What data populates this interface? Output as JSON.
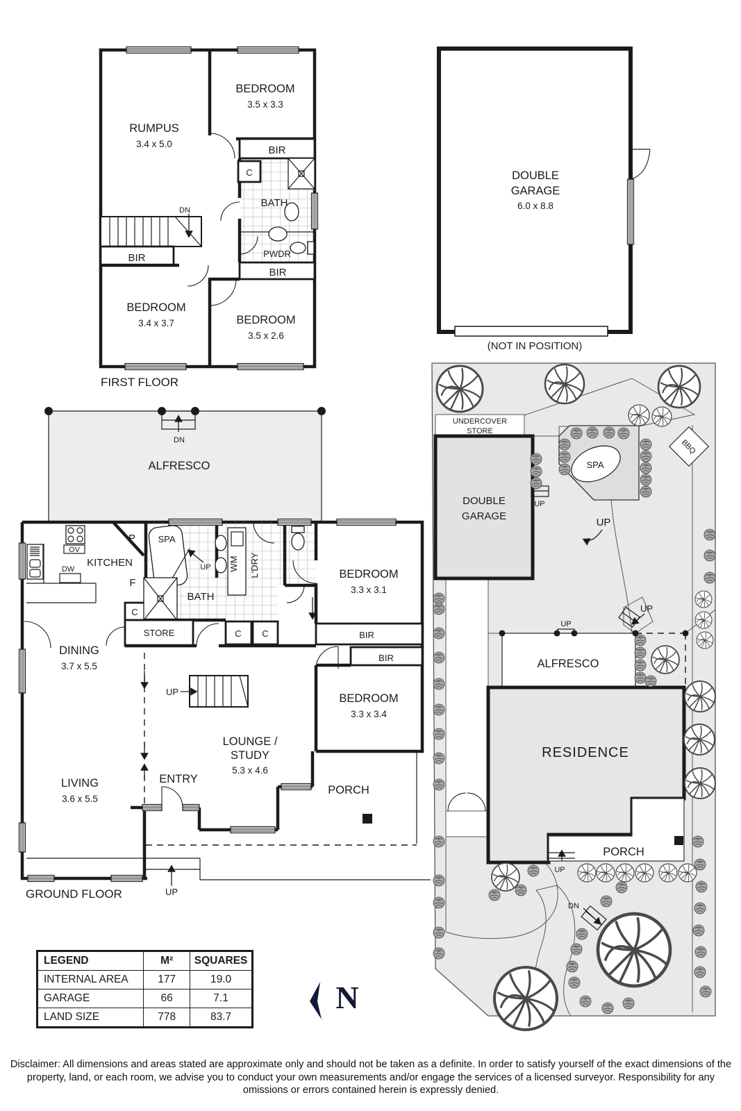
{
  "first_floor": {
    "title": "FIRST FLOOR",
    "rumpus": {
      "name": "RUMPUS",
      "dims": "3.4 x 5.0"
    },
    "bedroom_top": {
      "name": "BEDROOM",
      "dims": "3.5 x 3.3"
    },
    "bedroom_left": {
      "name": "BEDROOM",
      "dims": "3.4 x 3.7"
    },
    "bedroom_right": {
      "name": "BEDROOM",
      "dims": "3.5 x 2.6"
    },
    "bath": "BATH",
    "pwdr": "PWDR",
    "bir_top": "BIR",
    "bir_mid": "BIR",
    "bir_left": "BIR",
    "closet": "C",
    "dn": "DN"
  },
  "garage_plan": {
    "name_line1": "DOUBLE",
    "name_line2": "GARAGE",
    "dims": "6.0 x 8.8",
    "note": "(NOT IN POSITION)"
  },
  "ground_floor": {
    "title": "GROUND FLOOR",
    "alfresco": "ALFRESCO",
    "dn": "DN",
    "kitchen": "KITCHEN",
    "oven": "OV",
    "dishwasher": "DW",
    "pantry": "P",
    "fridge": "F",
    "closet1": "C",
    "spa": "SPA",
    "up_spa": "UP",
    "bath": "BATH",
    "wm": "WM",
    "laundry": "L'DRY",
    "store": "STORE",
    "closet2": "C",
    "closet3": "C",
    "dining": {
      "name": "DINING",
      "dims": "3.7 x 5.5"
    },
    "bedroom_top": {
      "name": "BEDROOM",
      "dims": "3.3 x 3.1"
    },
    "bir1": "BIR",
    "bir2": "BIR",
    "bedroom_bottom": {
      "name": "BEDROOM",
      "dims": "3.3 x 3.4"
    },
    "up_stairs": "UP",
    "lounge": {
      "line1": "LOUNGE /",
      "line2": "STUDY",
      "dims": "5.3 x 4.6"
    },
    "living": {
      "name": "LIVING",
      "dims": "3.6 x 5.5"
    },
    "entry": "ENTRY",
    "porch": "PORCH",
    "up_front": "UP"
  },
  "site_plan": {
    "undercover_store_line1": "UNDERCOVER",
    "undercover_store_line2": "STORE",
    "garage_line1": "DOUBLE",
    "garage_line2": "GARAGE",
    "spa": "SPA",
    "bbq": "BBQ",
    "up_garage": "UP",
    "up_path": "UP",
    "up_alfresco": "UP",
    "up_alfresco_right": "UP",
    "alfresco": "ALFRESCO",
    "residence": "RESIDENCE",
    "porch": "PORCH",
    "up_porch": "UP",
    "dn": "DN",
    "landscape": {
      "trees": [
        [
          662,
          560,
          3.3
        ],
        [
          813,
          553,
          2.8
        ],
        [
          978,
          557,
          3.0
        ],
        [
          920,
          598,
          1.5
        ],
        [
          953,
          600,
          1.4
        ],
        [
          958,
          950,
          2.0
        ],
        [
          1013,
          863,
          1.2
        ],
        [
          1013,
          893,
          1.2
        ],
        [
          1015,
          922,
          1.2
        ],
        [
          1008,
          1003,
          2.2
        ],
        [
          1007,
          1065,
          2.2
        ],
        [
          1008,
          1128,
          2.2
        ],
        [
          728,
          1263,
          2.0
        ],
        [
          845,
          1257,
          1.3
        ],
        [
          872,
          1257,
          1.3
        ],
        [
          900,
          1257,
          1.3
        ],
        [
          928,
          1257,
          1.3
        ],
        [
          962,
          1257,
          1.3
        ],
        [
          990,
          1257,
          1.3
        ],
        [
          913,
          1368,
          5.2
        ],
        [
          757,
          1438,
          4.5
        ]
      ],
      "shrubs": [
        [
          632,
          862
        ],
        [
          632,
          877
        ],
        [
          632,
          912
        ],
        [
          632,
          947
        ],
        [
          632,
          985
        ],
        [
          632,
          1022
        ],
        [
          632,
          1057
        ],
        [
          632,
          1092
        ],
        [
          632,
          1130
        ],
        [
          632,
          1212
        ],
        [
          632,
          1268
        ],
        [
          632,
          1300
        ],
        [
          632,
          1343
        ],
        [
          632,
          1373
        ],
        [
          1022,
          770
        ],
        [
          1022,
          800
        ],
        [
          1022,
          832
        ],
        [
          1005,
          1212
        ],
        [
          1008,
          1245
        ],
        [
          1010,
          1277
        ],
        [
          1008,
          1308
        ],
        [
          1006,
          1340
        ],
        [
          1009,
          1371
        ],
        [
          1008,
          1400
        ],
        [
          1016,
          1428
        ],
        [
          830,
          624
        ],
        [
          853,
          623
        ],
        [
          877,
          623
        ],
        [
          898,
          624
        ],
        [
          930,
          640
        ],
        [
          930,
          657
        ],
        [
          930,
          674
        ],
        [
          930,
          691
        ],
        [
          930,
          708
        ],
        [
          813,
          640
        ],
        [
          813,
          658
        ],
        [
          813,
          676
        ],
        [
          772,
          661
        ],
        [
          772,
          679
        ],
        [
          772,
          696
        ],
        [
          922,
          922
        ],
        [
          922,
          940
        ],
        [
          922,
          958
        ],
        [
          922,
          976
        ],
        [
          937,
          981
        ],
        [
          895,
          1278
        ],
        [
          873,
          1298
        ],
        [
          838,
          1345
        ],
        [
          830,
          1367
        ],
        [
          824,
          1392
        ],
        [
          827,
          1415
        ],
        [
          843,
          1442
        ],
        [
          875,
          1452
        ],
        [
          905,
          1445
        ],
        [
          768,
          1254
        ],
        [
          750,
          1282
        ],
        [
          712,
          1289
        ]
      ]
    }
  },
  "legend": {
    "headers": [
      "LEGEND",
      "M²",
      "SQUARES"
    ],
    "rows": [
      {
        "label": "INTERNAL AREA",
        "m2": "177",
        "squares": "19.0"
      },
      {
        "label": "GARAGE",
        "m2": "66",
        "squares": "7.1"
      },
      {
        "label": "LAND SIZE",
        "m2": "778",
        "squares": "83.7"
      }
    ]
  },
  "north": {
    "label": "N"
  },
  "disclaimer": "Disclaimer: All dimensions and areas stated are approximate only and should not be taken as a definite. In order to satisfy yourself of the exact dimensions of the property, land, or each room, we advise you to conduct your own measurements and/or engage the services of a licensed surveyor. Responsibility for any omissions or errors contained herein is expressly denied."
}
